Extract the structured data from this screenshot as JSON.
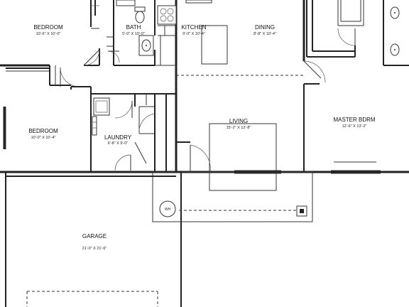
{
  "rooms": {
    "bedroom_1": {
      "name": "BEDROOM",
      "dim": "10'-6\" X 10'-0\""
    },
    "bath": {
      "name": "BATH",
      "dim": "5'-0\" X 10'-0\""
    },
    "kitchen": {
      "name": "KITCHEN",
      "dim": "9'-0\" X 10'-4\""
    },
    "dining": {
      "name": "DINING",
      "dim": "8'-8\" X 10'-4\""
    },
    "bedroom_2": {
      "name": "BEDROOM",
      "dim": "10'-0\" X 10'-4\""
    },
    "laundry": {
      "name": "LAUNDRY",
      "dim": "6'-8\" X 9'-0\""
    },
    "living": {
      "name": "LIVING",
      "dim": "15'-2\" X 12'-8\""
    },
    "master": {
      "name": "MASTER BDRM",
      "dim": "12'-6\" X 13'-2\""
    },
    "garage": {
      "name": "GARAGE",
      "dim": "21'-0\" X 21'-6\""
    }
  },
  "fixtures": {
    "water_heater_label": "WH"
  }
}
